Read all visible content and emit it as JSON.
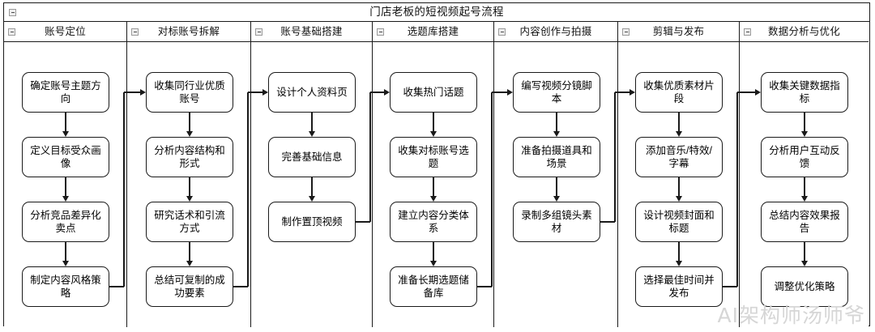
{
  "diagram": {
    "title": "门店老板的短视频起号流程",
    "collapse_icon": "minus-box-icon",
    "watermark": "AI架构师汤师爷",
    "lanes": [
      {
        "id": "lane-1",
        "title": "账号定位",
        "nodes": [
          "确定账号主题方向",
          "定义目标受众画像",
          "分析竞品差异化卖点",
          "制定内容风格策略"
        ]
      },
      {
        "id": "lane-2",
        "title": "对标账号拆解",
        "nodes": [
          "收集同行业优质账号",
          "分析内容结构和形式",
          "研究话术和引流方式",
          "总结可复制的成功要素"
        ]
      },
      {
        "id": "lane-3",
        "title": "账号基础搭建",
        "nodes": [
          "设计个人资料页",
          "完善基础信息",
          "制作置顶视频"
        ]
      },
      {
        "id": "lane-4",
        "title": "选题库搭建",
        "nodes": [
          "收集热门话题",
          "收集对标账号选题",
          "建立内容分类体系",
          "准备长期选题储备库"
        ]
      },
      {
        "id": "lane-5",
        "title": "内容创作与拍摄",
        "nodes": [
          "编写视频分镜脚本",
          "准备拍摄道具和场景",
          "录制多组镜头素材"
        ]
      },
      {
        "id": "lane-6",
        "title": "剪辑与发布",
        "nodes": [
          "收集优质素材片段",
          "添加音乐/特效/字幕",
          "设计视频封面和标题",
          "选择最佳时间并发布"
        ]
      },
      {
        "id": "lane-7",
        "title": "数据分析与优化",
        "nodes": [
          "收集关键数据指标",
          "分析用户互动反馈",
          "总结内容效果报告",
          "调整优化策略"
        ]
      }
    ],
    "colors": {
      "stroke": "#1a1a1a",
      "background": "#ffffff",
      "collapse_fill": "#efefef",
      "watermark": "#d6d6d6"
    }
  }
}
